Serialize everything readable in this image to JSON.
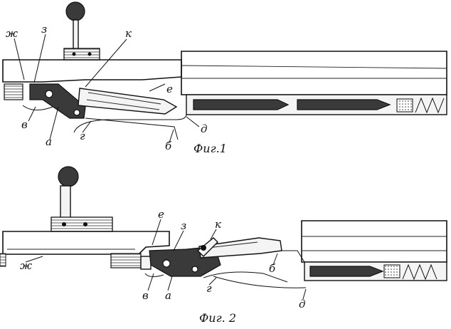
{
  "figures": [
    {
      "caption": "Фиг.1",
      "labels": {
        "zh": "ж",
        "z": "з",
        "k": "к",
        "e": "е",
        "v": "в",
        "a": "а",
        "g": "г",
        "b": "б",
        "d": "д"
      }
    },
    {
      "caption": "Фиг. 2",
      "labels": {
        "e": "е",
        "z": "з",
        "k": "к",
        "zh": "ж",
        "b": "б",
        "v": "в",
        "a": "а",
        "g": "г",
        "d": "д"
      }
    }
  ]
}
